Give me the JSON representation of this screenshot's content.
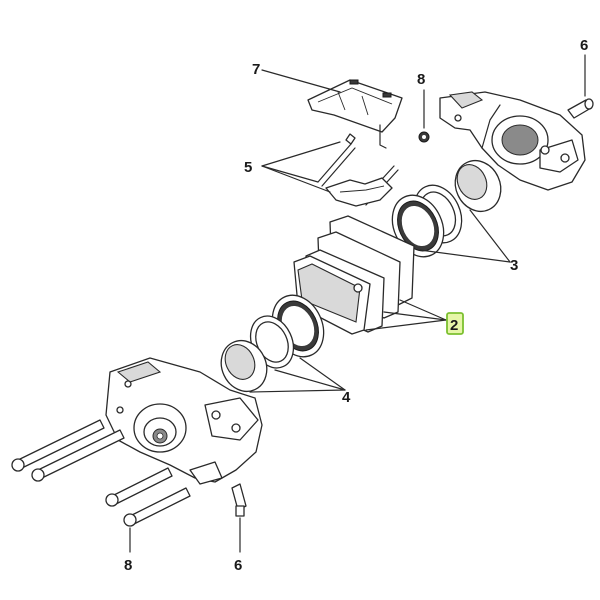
{
  "callouts": {
    "seals_upper": "7",
    "pins_springs": "5",
    "bolts_upper": "8",
    "bleeder_upper": "6",
    "pistons_seals_upper": "3",
    "pads": "2",
    "pistons_seals_lower": "4",
    "bolts_lower": "8",
    "bleeder_lower": "6"
  },
  "highlight_color": "#7cc030"
}
